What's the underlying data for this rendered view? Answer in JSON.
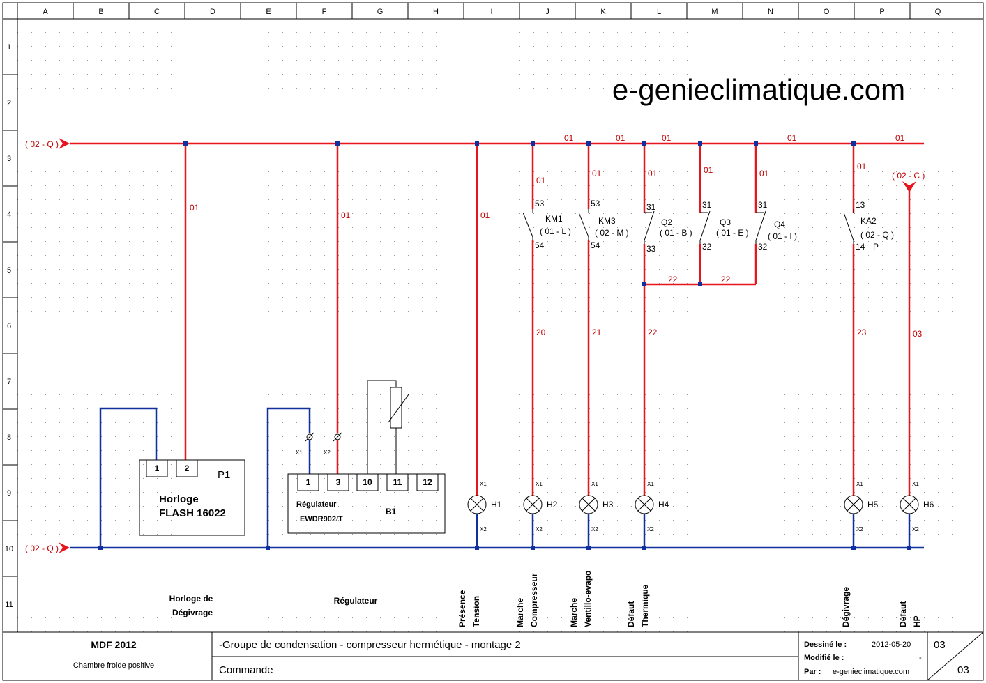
{
  "sheet": {
    "columns": [
      "A",
      "B",
      "C",
      "D",
      "E",
      "F",
      "G",
      "H",
      "I",
      "J",
      "K",
      "L",
      "M",
      "N",
      "O",
      "P",
      "Q"
    ],
    "rows": [
      "1",
      "2",
      "3",
      "4",
      "5",
      "6",
      "7",
      "8",
      "9",
      "10",
      "11"
    ],
    "website_title": "e-genieclimatique.com"
  },
  "refs": {
    "in_top": "( 02 - Q )",
    "in_bottom": "( 02 - Q )",
    "in_right": "( 02 - C )"
  },
  "wires": {
    "w01": "01",
    "w20": "20",
    "w21": "21",
    "w22": "22",
    "w23": "23",
    "w03": "03"
  },
  "devices": {
    "p1": {
      "ref": "P1",
      "t1": "1",
      "t2": "2",
      "line1": "Horloge",
      "line2": "FLASH 16022"
    },
    "b1": {
      "ref": "B1",
      "t1": "1",
      "t3": "3",
      "t10": "10",
      "t11": "11",
      "t12": "12",
      "line1": "Régulateur",
      "line2": "EWDR902/T",
      "x1": "X1",
      "x2": "X2"
    },
    "km1": {
      "ref": "KM1",
      "loc": "( 01 - L )",
      "a": "53",
      "b": "54"
    },
    "km3": {
      "ref": "KM3",
      "loc": "( 02 - M )",
      "a": "53",
      "b": "54"
    },
    "q2": {
      "ref": "Q2",
      "loc": "( 01 - B )",
      "a": "31",
      "b": "33"
    },
    "q3": {
      "ref": "Q3",
      "loc": "( 01 - E )",
      "a": "31",
      "b": "32"
    },
    "q4": {
      "ref": "Q4",
      "loc": "( 01 - I )",
      "a": "31",
      "b": "32"
    },
    "ka2": {
      "ref": "KA2",
      "loc": "( 02 - Q )",
      "a": "13",
      "b": "14",
      "extra": "P"
    },
    "lamps": [
      "H1",
      "H2",
      "H3",
      "H4",
      "H5",
      "H6"
    ],
    "lamp_x1": "X1",
    "lamp_x2": "X2"
  },
  "functions": {
    "horloge_1": "Horloge de",
    "horloge_2": "Dégivrage",
    "regulateur": "Régulateur",
    "presence_1": "Présence",
    "presence_2": "Tension",
    "marche_c_1": "Marche",
    "marche_c_2": "Compresseur",
    "marche_v_1": "Marche",
    "marche_v_2": "Ventillo-evapo",
    "defaut_t_1": "Défaut",
    "defaut_t_2": "Thermique",
    "degivrage": "Dégivrage",
    "defaut_hp_1": "Défaut",
    "defaut_hp_2": "HP"
  },
  "titleblock": {
    "project": "MDF 2012",
    "subtitle": "Chambre froide positive",
    "description": "-Groupe de condensation - compresseur hermétique - montage 2",
    "section": "Commande",
    "drawn_label": "Dessiné le :",
    "drawn_date": "2012-05-20",
    "modified_label": "Modifié le :",
    "modified_value": "-",
    "by_label": "Par :",
    "by_value": "e-genieclimatique.com",
    "page": "03",
    "total": "03"
  },
  "colors": {
    "power": "#e8141e",
    "neutral": "#1030a0",
    "wire_label": "#c00000",
    "grid_dot": "#9a9a9a"
  }
}
